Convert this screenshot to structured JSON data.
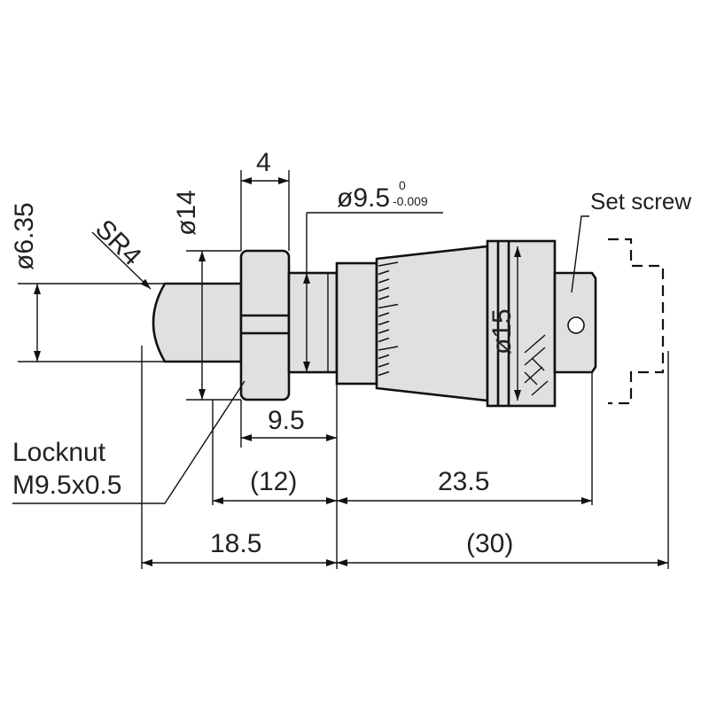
{
  "labels": {
    "dim_4": "4",
    "dim_dia_9_5": "ø9.5",
    "dim_dia_9_5_tol_upper": "0",
    "dim_dia_9_5_tol_lower": "-0.009",
    "set_screw": "Set screw",
    "dim_dia_6_35": "ø6.35",
    "dim_dia_14": "ø14",
    "sr4": "SR4",
    "dim_dia_15": "ø15",
    "dim_9_5": "9.5",
    "locknut": "Locknut",
    "locknut_thread": "M9.5x0.5",
    "dim_12": "(12)",
    "dim_23_5": "23.5",
    "dim_18_5": "18.5",
    "dim_30": "(30)"
  }
}
